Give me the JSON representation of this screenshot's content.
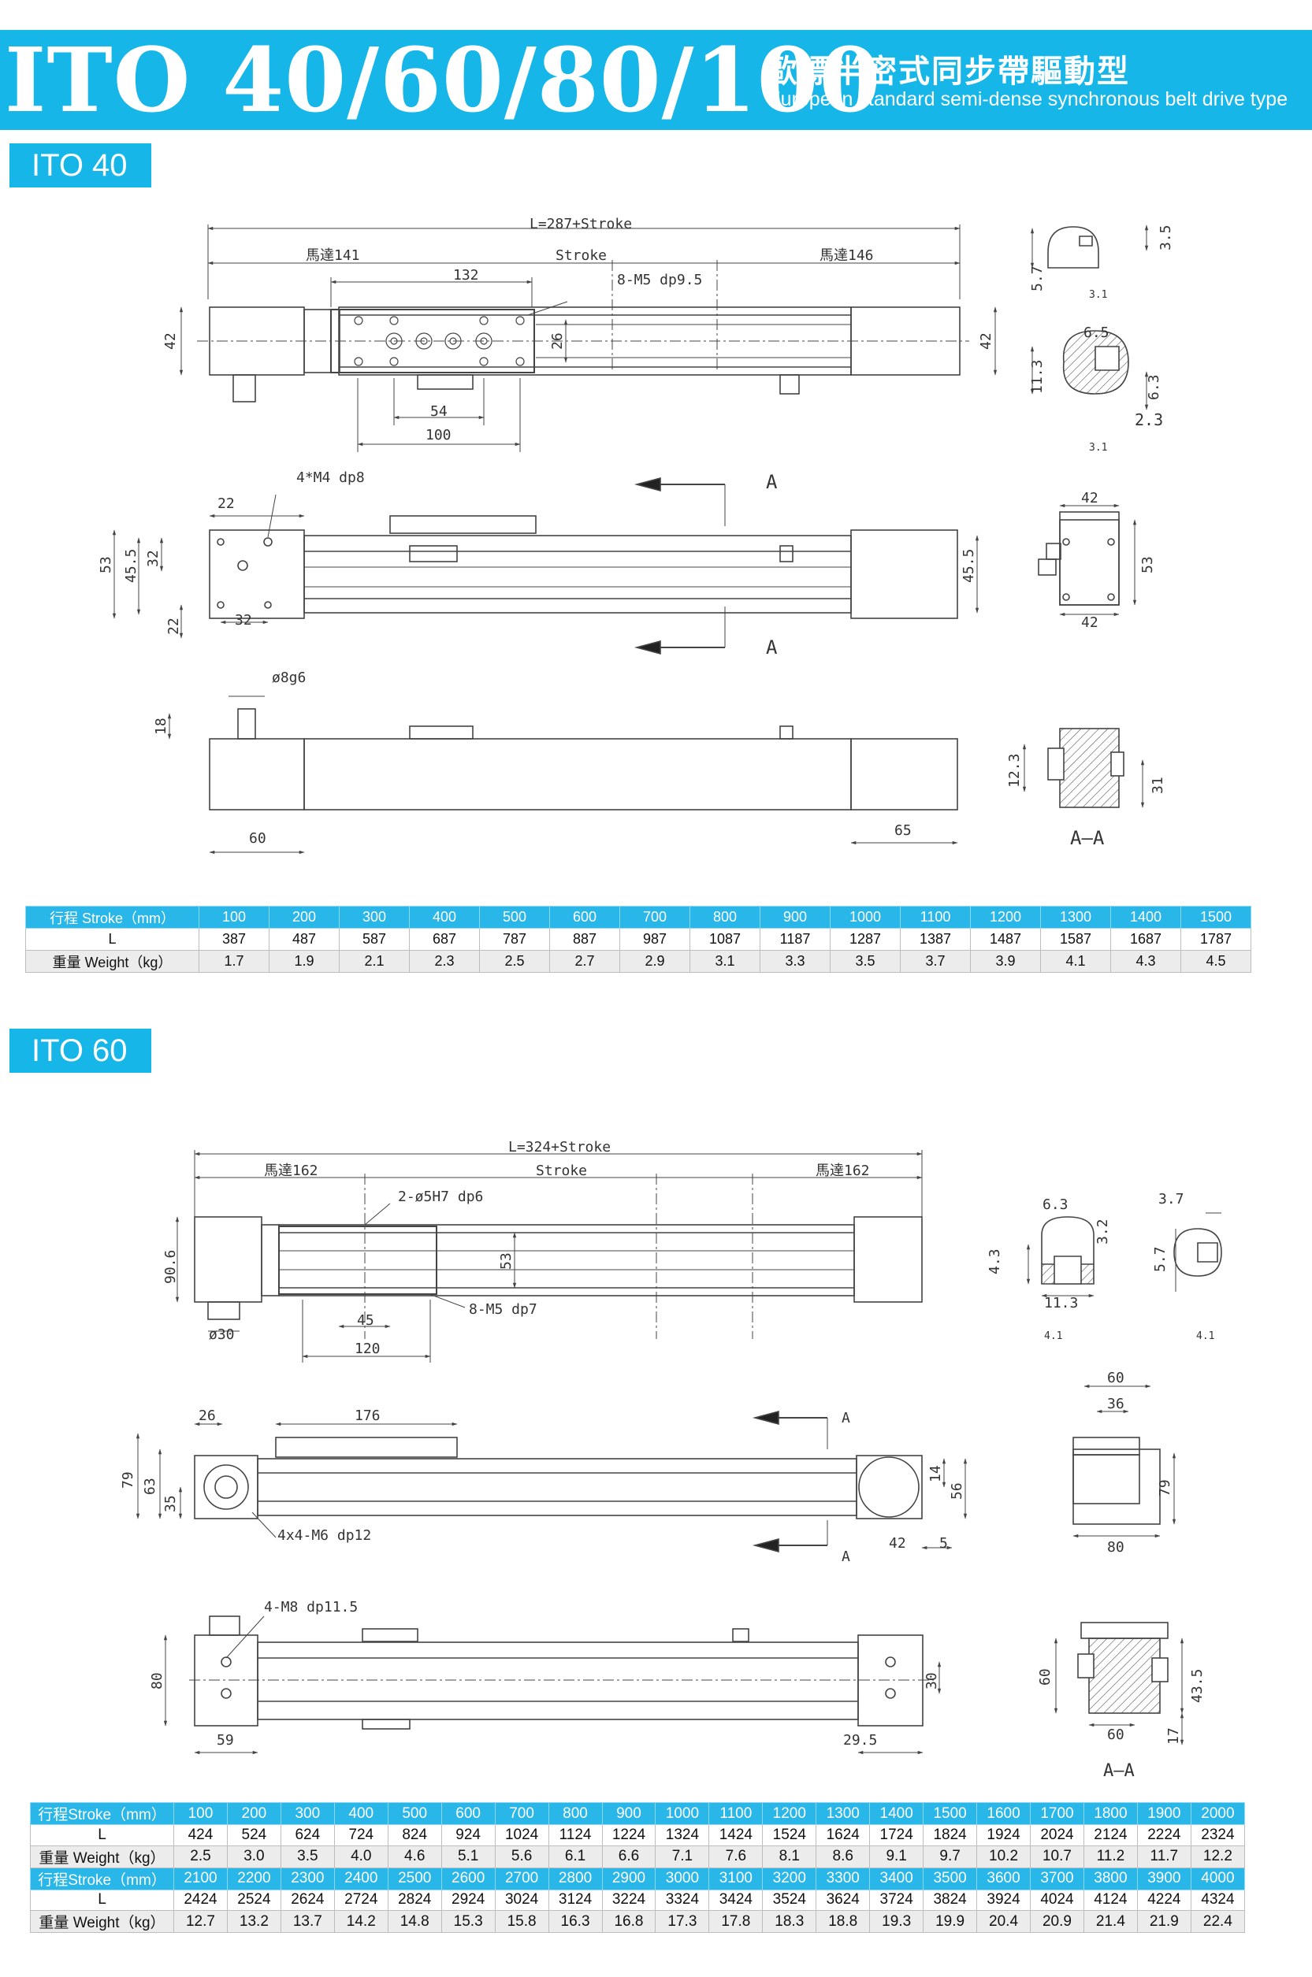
{
  "header": {
    "model": "ITO 40/60/80/100",
    "title_zh": "歐標半密式同步帶驅動型",
    "title_en": "European standard semi-dense synchronous belt drive type",
    "color": "#17b6e8"
  },
  "sections": [
    {
      "label": "ITO 40",
      "dims": {
        "total": "L=287+Stroke",
        "left": "馬達141",
        "stroke": "Stroke",
        "right": "馬達146",
        "d132": "132",
        "hole": "8-M5 dp9.5",
        "h42a": "42",
        "h42b": "42",
        "d26": "26",
        "d54": "54",
        "d100": "100",
        "m4": "4*M4 dp8",
        "d22a": "22",
        "d53": "53",
        "d455": "45.5",
        "d32a": "32",
        "d22b": "22",
        "d32b": "32",
        "d455b": "45.5",
        "secA1": "A",
        "secA2": "A",
        "shaft": "ø8g6",
        "d18": "18",
        "d60": "60",
        "d65": "65",
        "p57": "5.7",
        "p35": "3.5",
        "p31a": "3.1",
        "p65": "6.5",
        "p113": "11.3",
        "p63": "6.3",
        "p23": "2.3",
        "p31b": "3.1",
        "e42a": "42",
        "e53": "53",
        "e42b": "42",
        "a123": "12.3",
        "a31": "31",
        "aa": "A—A"
      },
      "table": {
        "rows": [
          [
            "行程 Stroke（mm）",
            "100",
            "200",
            "300",
            "400",
            "500",
            "600",
            "700",
            "800",
            "900",
            "1000",
            "1100",
            "1200",
            "1300",
            "1400",
            "1500"
          ],
          [
            "L",
            "387",
            "487",
            "587",
            "687",
            "787",
            "887",
            "987",
            "1087",
            "1187",
            "1287",
            "1387",
            "1487",
            "1587",
            "1687",
            "1787"
          ],
          [
            "重量 Weight（kg）",
            "1.7",
            "1.9",
            "2.1",
            "2.3",
            "2.5",
            "2.7",
            "2.9",
            "3.1",
            "3.3",
            "3.5",
            "3.7",
            "3.9",
            "4.1",
            "4.3",
            "4.5"
          ]
        ]
      }
    },
    {
      "label": "ITO 60",
      "dims": {
        "total": "L=324+Stroke",
        "left": "馬達162",
        "stroke": "Stroke",
        "right": "馬達162",
        "pin": "2-ø5H7 dp6",
        "h906": "90.6",
        "d53": "53",
        "d30": "ø30",
        "d45": "45",
        "d120": "120",
        "hole": "8-M5 dp7",
        "d26": "26",
        "d176": "176",
        "d79": "79",
        "d63": "63",
        "d35": "35",
        "m6": "4x4-M6 dp12",
        "secA1": "A",
        "secA2": "A",
        "d14": "14",
        "d56": "56",
        "d42": "42",
        "d5": "5",
        "m8": "4-M8 dp11.5",
        "d80": "80",
        "d59": "59",
        "d30b": "30",
        "d295": "29.5",
        "p63": "6.3",
        "p43": "4.3",
        "p32": "3.2",
        "p113": "11.3",
        "p41a": "4.1",
        "p37": "3.7",
        "p57": "5.7",
        "p41b": "4.1",
        "e60": "60",
        "e36": "36",
        "e79": "79",
        "e80": "80",
        "a60a": "60",
        "a60b": "60",
        "a435": "43.5",
        "a17": "17",
        "aa": "A—A"
      },
      "table": {
        "rows": [
          [
            "行程Stroke（mm）",
            "100",
            "200",
            "300",
            "400",
            "500",
            "600",
            "700",
            "800",
            "900",
            "1000",
            "1100",
            "1200",
            "1300",
            "1400",
            "1500",
            "1600",
            "1700",
            "1800",
            "1900",
            "2000"
          ],
          [
            "L",
            "424",
            "524",
            "624",
            "724",
            "824",
            "924",
            "1024",
            "1124",
            "1224",
            "1324",
            "1424",
            "1524",
            "1624",
            "1724",
            "1824",
            "1924",
            "2024",
            "2124",
            "2224",
            "2324"
          ],
          [
            "重量 Weight（kg）",
            "2.5",
            "3.0",
            "3.5",
            "4.0",
            "4.6",
            "5.1",
            "5.6",
            "6.1",
            "6.6",
            "7.1",
            "7.6",
            "8.1",
            "8.6",
            "9.1",
            "9.7",
            "10.2",
            "10.7",
            "11.2",
            "11.7",
            "12.2"
          ],
          [
            "行程Stroke（mm）",
            "2100",
            "2200",
            "2300",
            "2400",
            "2500",
            "2600",
            "2700",
            "2800",
            "2900",
            "3000",
            "3100",
            "3200",
            "3300",
            "3400",
            "3500",
            "3600",
            "3700",
            "3800",
            "3900",
            "4000"
          ],
          [
            "L",
            "2424",
            "2524",
            "2624",
            "2724",
            "2824",
            "2924",
            "3024",
            "3124",
            "3224",
            "3324",
            "3424",
            "3524",
            "3624",
            "3724",
            "3824",
            "3924",
            "4024",
            "4124",
            "4224",
            "4324"
          ],
          [
            "重量 Weight（kg）",
            "12.7",
            "13.2",
            "13.7",
            "14.2",
            "14.8",
            "15.3",
            "15.8",
            "16.3",
            "16.8",
            "17.3",
            "17.8",
            "18.3",
            "18.8",
            "19.3",
            "19.9",
            "20.4",
            "20.9",
            "21.4",
            "21.9",
            "22.4"
          ]
        ]
      }
    }
  ]
}
